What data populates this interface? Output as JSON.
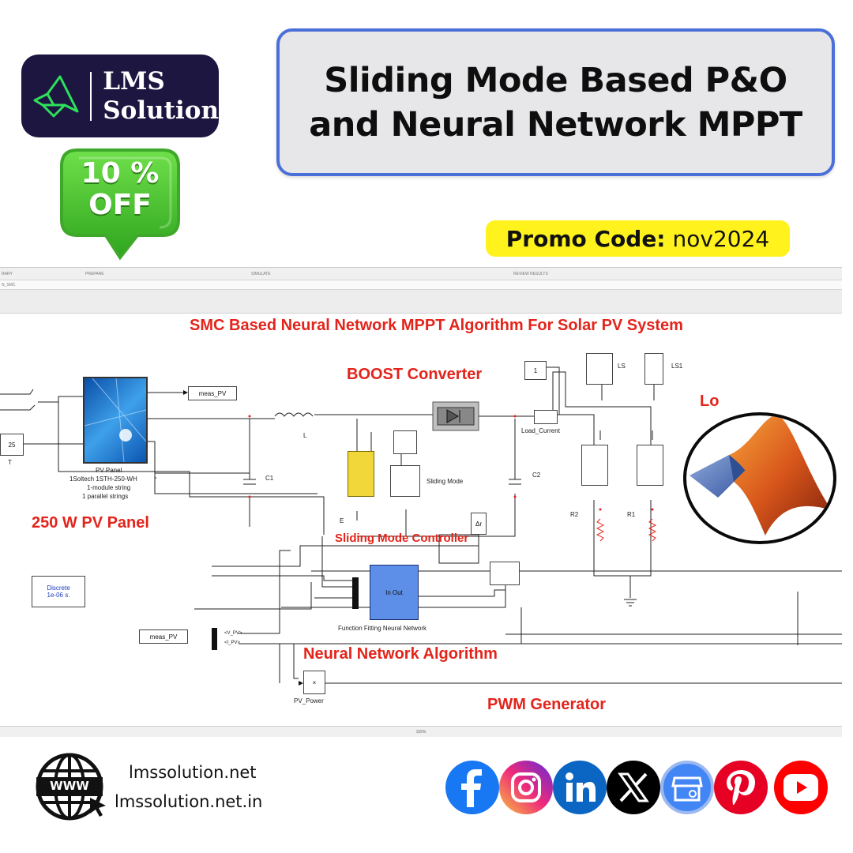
{
  "brand": {
    "line1": "LMS",
    "line2": "Solution"
  },
  "discount": {
    "line1": "10 %",
    "line2": "OFF"
  },
  "title": {
    "line1": "Sliding Mode Based P&O",
    "line2": "and Neural Network MPPT"
  },
  "promo": {
    "label": "Promo Code:",
    "code": "nov2024"
  },
  "simulink": {
    "toolbar": [
      "RARY",
      "PREPARE",
      "SIMULATE",
      "REVIEW RESULTS"
    ],
    "model_tab": "N_SMC",
    "zoom": "155%",
    "heading": "SMC Based Neural Network MPPT Algorithm For Solar PV System",
    "boost_label": "BOOST Converter",
    "pv_panel_label": "250 W PV Panel",
    "smc_label": "Sliding Mode Controller",
    "nn_label": "Neural Network Algorithm",
    "pwm_label": "PWM Generator",
    "load_fragment": "Lo",
    "blocks": {
      "meas_pv": "meas_PV",
      "meas_pv_in": "meas_PV",
      "const_25": "25",
      "t_label": "T",
      "pv_panel_name": "PV Panel",
      "pv_panel_desc1": "1Soltech 1STH-250-WH",
      "pv_panel_desc2": "1-module string",
      "pv_panel_desc3": "1 parallel strings",
      "inductor": "L",
      "c1": "C1",
      "c2": "C2",
      "load_current": "Load_Current",
      "const_1": "1",
      "ls": "LS",
      "ls1": "LS1",
      "r1": "R1",
      "r2": "R2",
      "sliding_mode": "Sliding Mode",
      "e_label": "E",
      "discrete": "Discrete",
      "sample_time": "1e-06 s.",
      "nn_block": "In  Out",
      "nn_caption": "Function Fitting Neural Network",
      "v_pv": "<V_PV>",
      "i_pv": "<I_PV>",
      "mult": "×",
      "pv_power": "PV_Power",
      "delta": "Δr"
    }
  },
  "footer": {
    "url1": "lmssolution.net",
    "url2": "lmssolution.net.in",
    "www": "WWW"
  },
  "social": [
    {
      "icon": "facebook-icon",
      "color": "#1877f2"
    },
    {
      "icon": "instagram-icon",
      "color": "#e1306c"
    },
    {
      "icon": "linkedin-icon",
      "color": "#0a66c2"
    },
    {
      "icon": "x-icon",
      "color": "#000000"
    },
    {
      "icon": "google-business-icon",
      "color": "#4285f4"
    },
    {
      "icon": "pinterest-icon",
      "color": "#e60023"
    },
    {
      "icon": "youtube-icon",
      "color": "#ff0000"
    }
  ]
}
